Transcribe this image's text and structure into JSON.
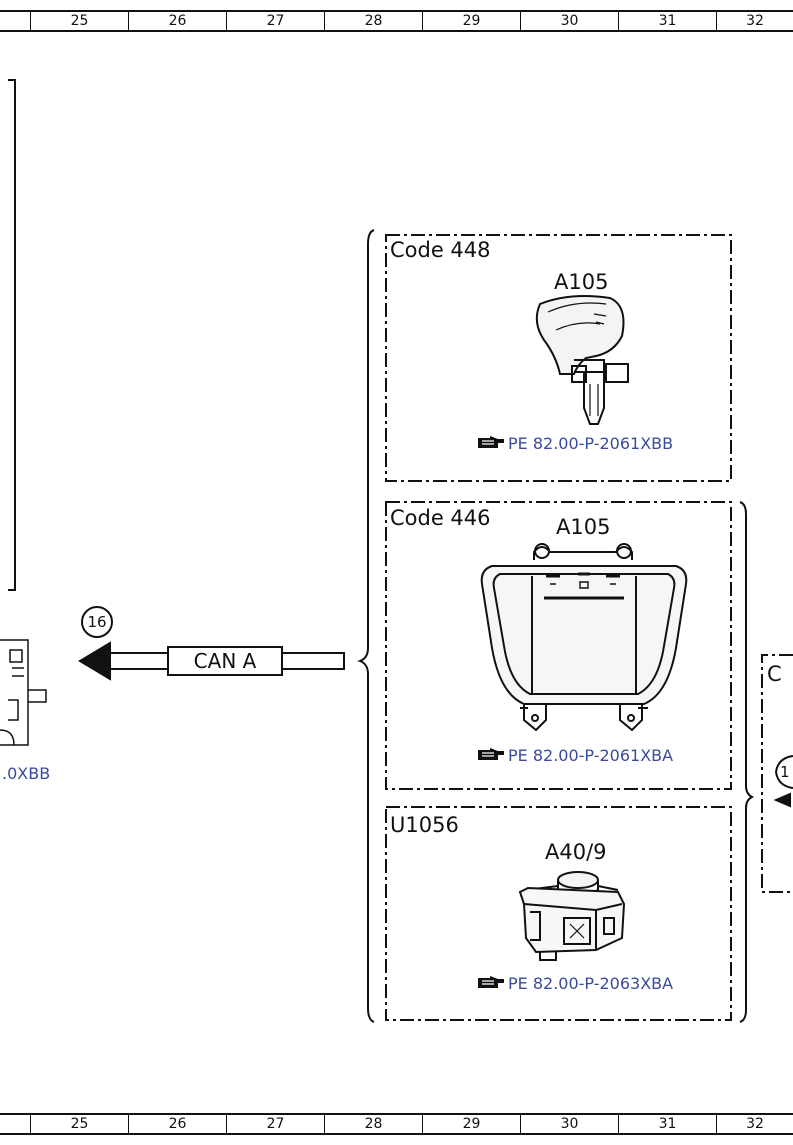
{
  "ruler": {
    "columns": [
      "25",
      "26",
      "27",
      "28",
      "29",
      "30",
      "31",
      "32"
    ]
  },
  "left_fragment": {
    "link_text": ".0XBB"
  },
  "connector": {
    "marker": "16",
    "bus_label": "CAN A"
  },
  "modules": [
    {
      "code": "Code 448",
      "part": "A105",
      "icon": "shift-lever-icon",
      "ref": "PE 82.00-P-2061XBB"
    },
    {
      "code": "Code 446",
      "part": "A105",
      "icon": "overhead-control-panel-icon",
      "ref": "PE 82.00-P-2061XBA"
    },
    {
      "code": "U1056",
      "part": "A40/9",
      "icon": "controller-knob-icon",
      "ref": "PE 82.00-P-2063XBA"
    }
  ],
  "right_fragment": {
    "code_partial": "C",
    "marker_partial": "1"
  },
  "colors": {
    "ink": "#111111",
    "link": "#3a4a9c"
  }
}
